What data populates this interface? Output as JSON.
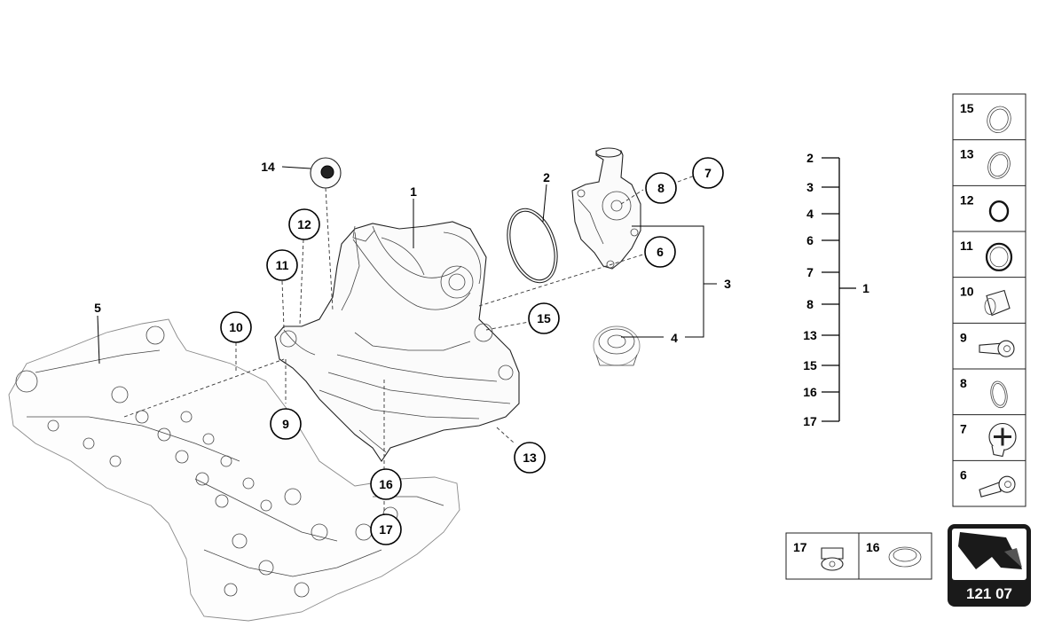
{
  "callouts": {
    "c1": "1",
    "c2": "2",
    "c3": "3",
    "c4": "4",
    "c5": "5",
    "c6": "6",
    "c7": "7",
    "c8": "8",
    "c9": "9",
    "c10": "10",
    "c11": "11",
    "c12": "12",
    "c13": "13",
    "c14": "14",
    "c15": "15",
    "c16": "16",
    "c17": "17"
  },
  "tree": {
    "parent": "1",
    "children": [
      "2",
      "3",
      "4",
      "6",
      "7",
      "8",
      "13",
      "15",
      "16",
      "17"
    ]
  },
  "legend": {
    "column": [
      "15",
      "13",
      "12",
      "11",
      "10",
      "9",
      "8",
      "7",
      "6"
    ],
    "bottom": [
      "17",
      "16"
    ]
  },
  "badge": {
    "code": "121 07",
    "colors": {
      "fill": "#1a1a1a",
      "text": "#ffffff"
    }
  }
}
